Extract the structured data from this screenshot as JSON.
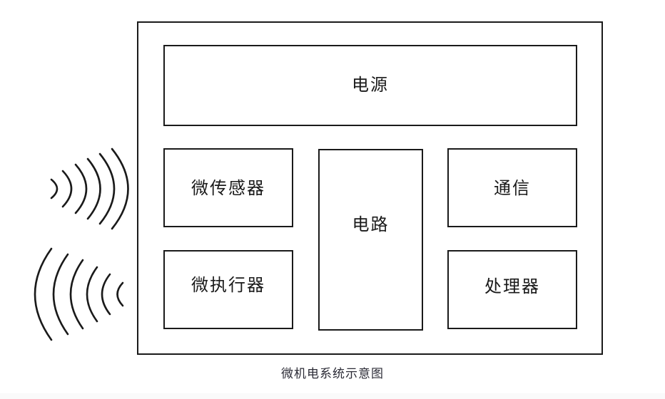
{
  "diagram": {
    "caption": "微机电系统示意图",
    "frame": {
      "name": "mems-system-boundary"
    },
    "blocks": [
      {
        "id": "power",
        "label": "电源",
        "role": "power-supply"
      },
      {
        "id": "microsensor",
        "label": "微传感器",
        "role": "micro-sensor"
      },
      {
        "id": "microactuator",
        "label": "微执行器",
        "role": "micro-actuator"
      },
      {
        "id": "circuit",
        "label": "电路",
        "role": "circuit"
      },
      {
        "id": "communication",
        "label": "通信",
        "role": "communication"
      },
      {
        "id": "processor",
        "label": "处理器",
        "role": "processor"
      }
    ],
    "waves": [
      {
        "id": "incoming",
        "arcs": 6,
        "direction": "toward-system",
        "meaning": "input-signal"
      },
      {
        "id": "outgoing",
        "arcs": 6,
        "direction": "away-from-system",
        "meaning": "output-signal"
      }
    ],
    "colors": {
      "stroke": "#1a1a1a",
      "background": "#ffffff",
      "caption": "#2b2b36"
    }
  }
}
